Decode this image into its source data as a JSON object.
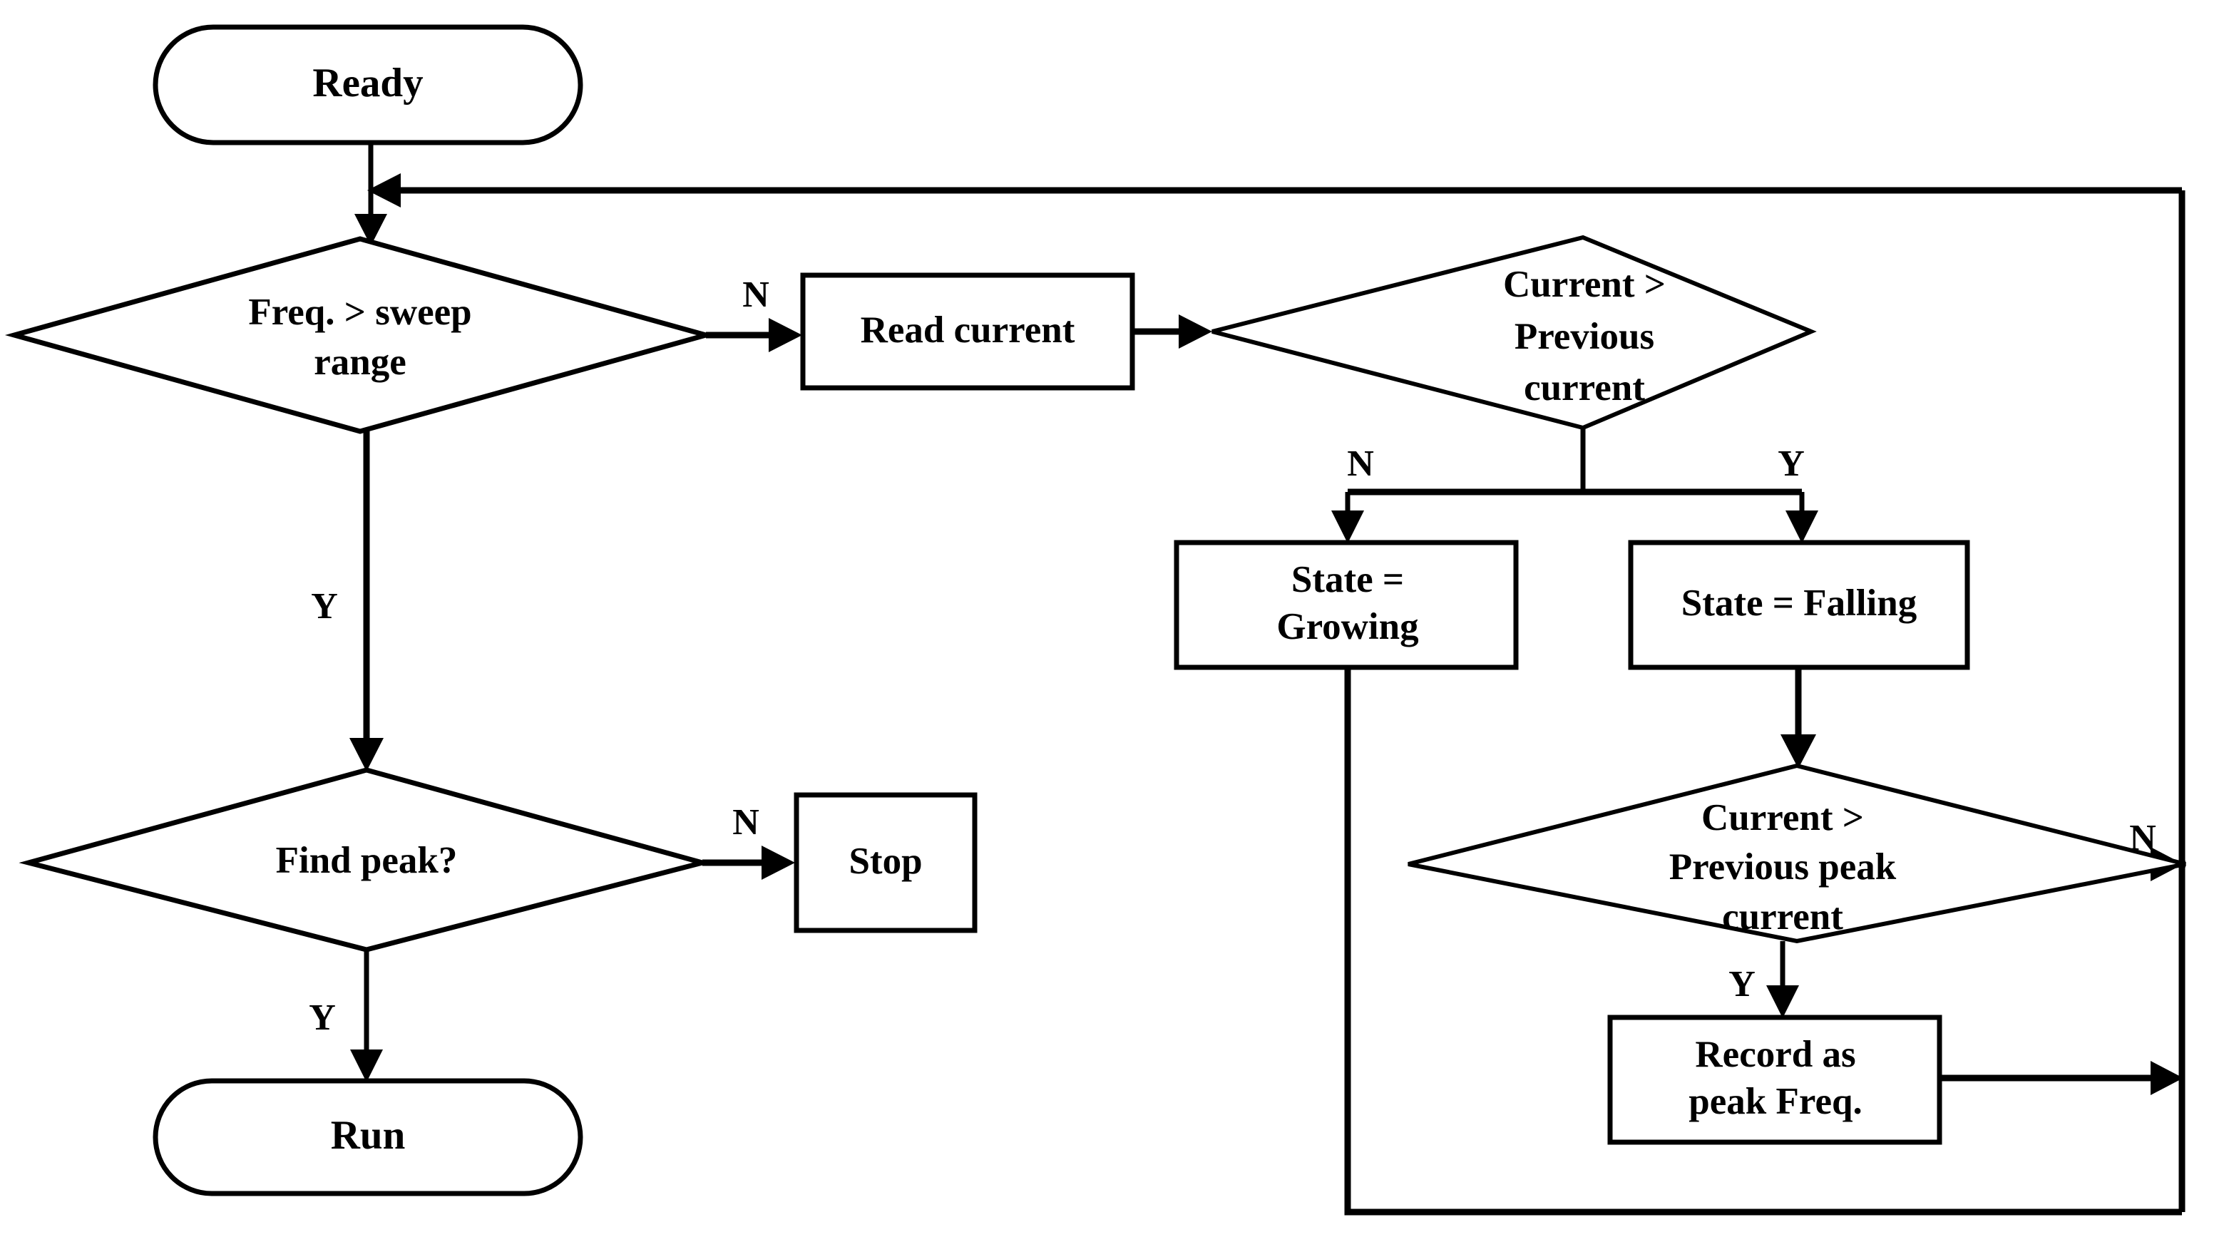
{
  "diagram": {
    "title": "Peak frequency sweep flowchart",
    "type": "flowchart",
    "background_color": "#ffffff",
    "line_color": "#000000",
    "fill_color": "#ffffff"
  },
  "nodes": {
    "ready": {
      "label": "Ready",
      "shape": "terminator"
    },
    "freq_sweep": {
      "line1": "Freq. > sweep",
      "line2": "range",
      "shape": "decision"
    },
    "read_current": {
      "label": "Read current",
      "shape": "process"
    },
    "current_prev": {
      "line1": "Current >",
      "line2": "Previous",
      "line3": "current",
      "shape": "decision"
    },
    "state_growing": {
      "line1": "State =",
      "line2": "Growing",
      "shape": "process"
    },
    "state_falling": {
      "label": "State = Falling",
      "shape": "process"
    },
    "current_peak": {
      "line1": "Current >",
      "line2": "Previous peak",
      "line3": "current",
      "shape": "decision"
    },
    "record_peak": {
      "line1": "Record as",
      "line2": "peak Freq.",
      "shape": "process"
    },
    "find_peak": {
      "label": "Find peak?",
      "shape": "decision"
    },
    "stop": {
      "label": "Stop",
      "shape": "process"
    },
    "run": {
      "label": "Run",
      "shape": "terminator"
    }
  },
  "edge_labels": {
    "freq_no": "N",
    "freq_yes": "Y",
    "curr_prev_no": "N",
    "curr_prev_yes": "Y",
    "curr_peak_no": "N",
    "curr_peak_yes": "Y",
    "find_peak_no": "N",
    "find_peak_yes": "Y"
  },
  "edges": [
    {
      "from": "ready",
      "to": "freq_sweep",
      "label": ""
    },
    {
      "from": "freq_sweep",
      "to": "read_current",
      "label": "N"
    },
    {
      "from": "freq_sweep",
      "to": "find_peak",
      "label": "Y"
    },
    {
      "from": "read_current",
      "to": "current_prev",
      "label": ""
    },
    {
      "from": "current_prev",
      "to": "state_growing",
      "label": "N"
    },
    {
      "from": "current_prev",
      "to": "state_falling",
      "label": "Y"
    },
    {
      "from": "state_growing",
      "to": "freq_sweep",
      "label": ""
    },
    {
      "from": "state_falling",
      "to": "current_peak",
      "label": ""
    },
    {
      "from": "current_peak",
      "to": "freq_sweep",
      "label": "N"
    },
    {
      "from": "current_peak",
      "to": "record_peak",
      "label": "Y"
    },
    {
      "from": "record_peak",
      "to": "freq_sweep",
      "label": ""
    },
    {
      "from": "find_peak",
      "to": "stop",
      "label": "N"
    },
    {
      "from": "find_peak",
      "to": "run",
      "label": "Y"
    }
  ]
}
